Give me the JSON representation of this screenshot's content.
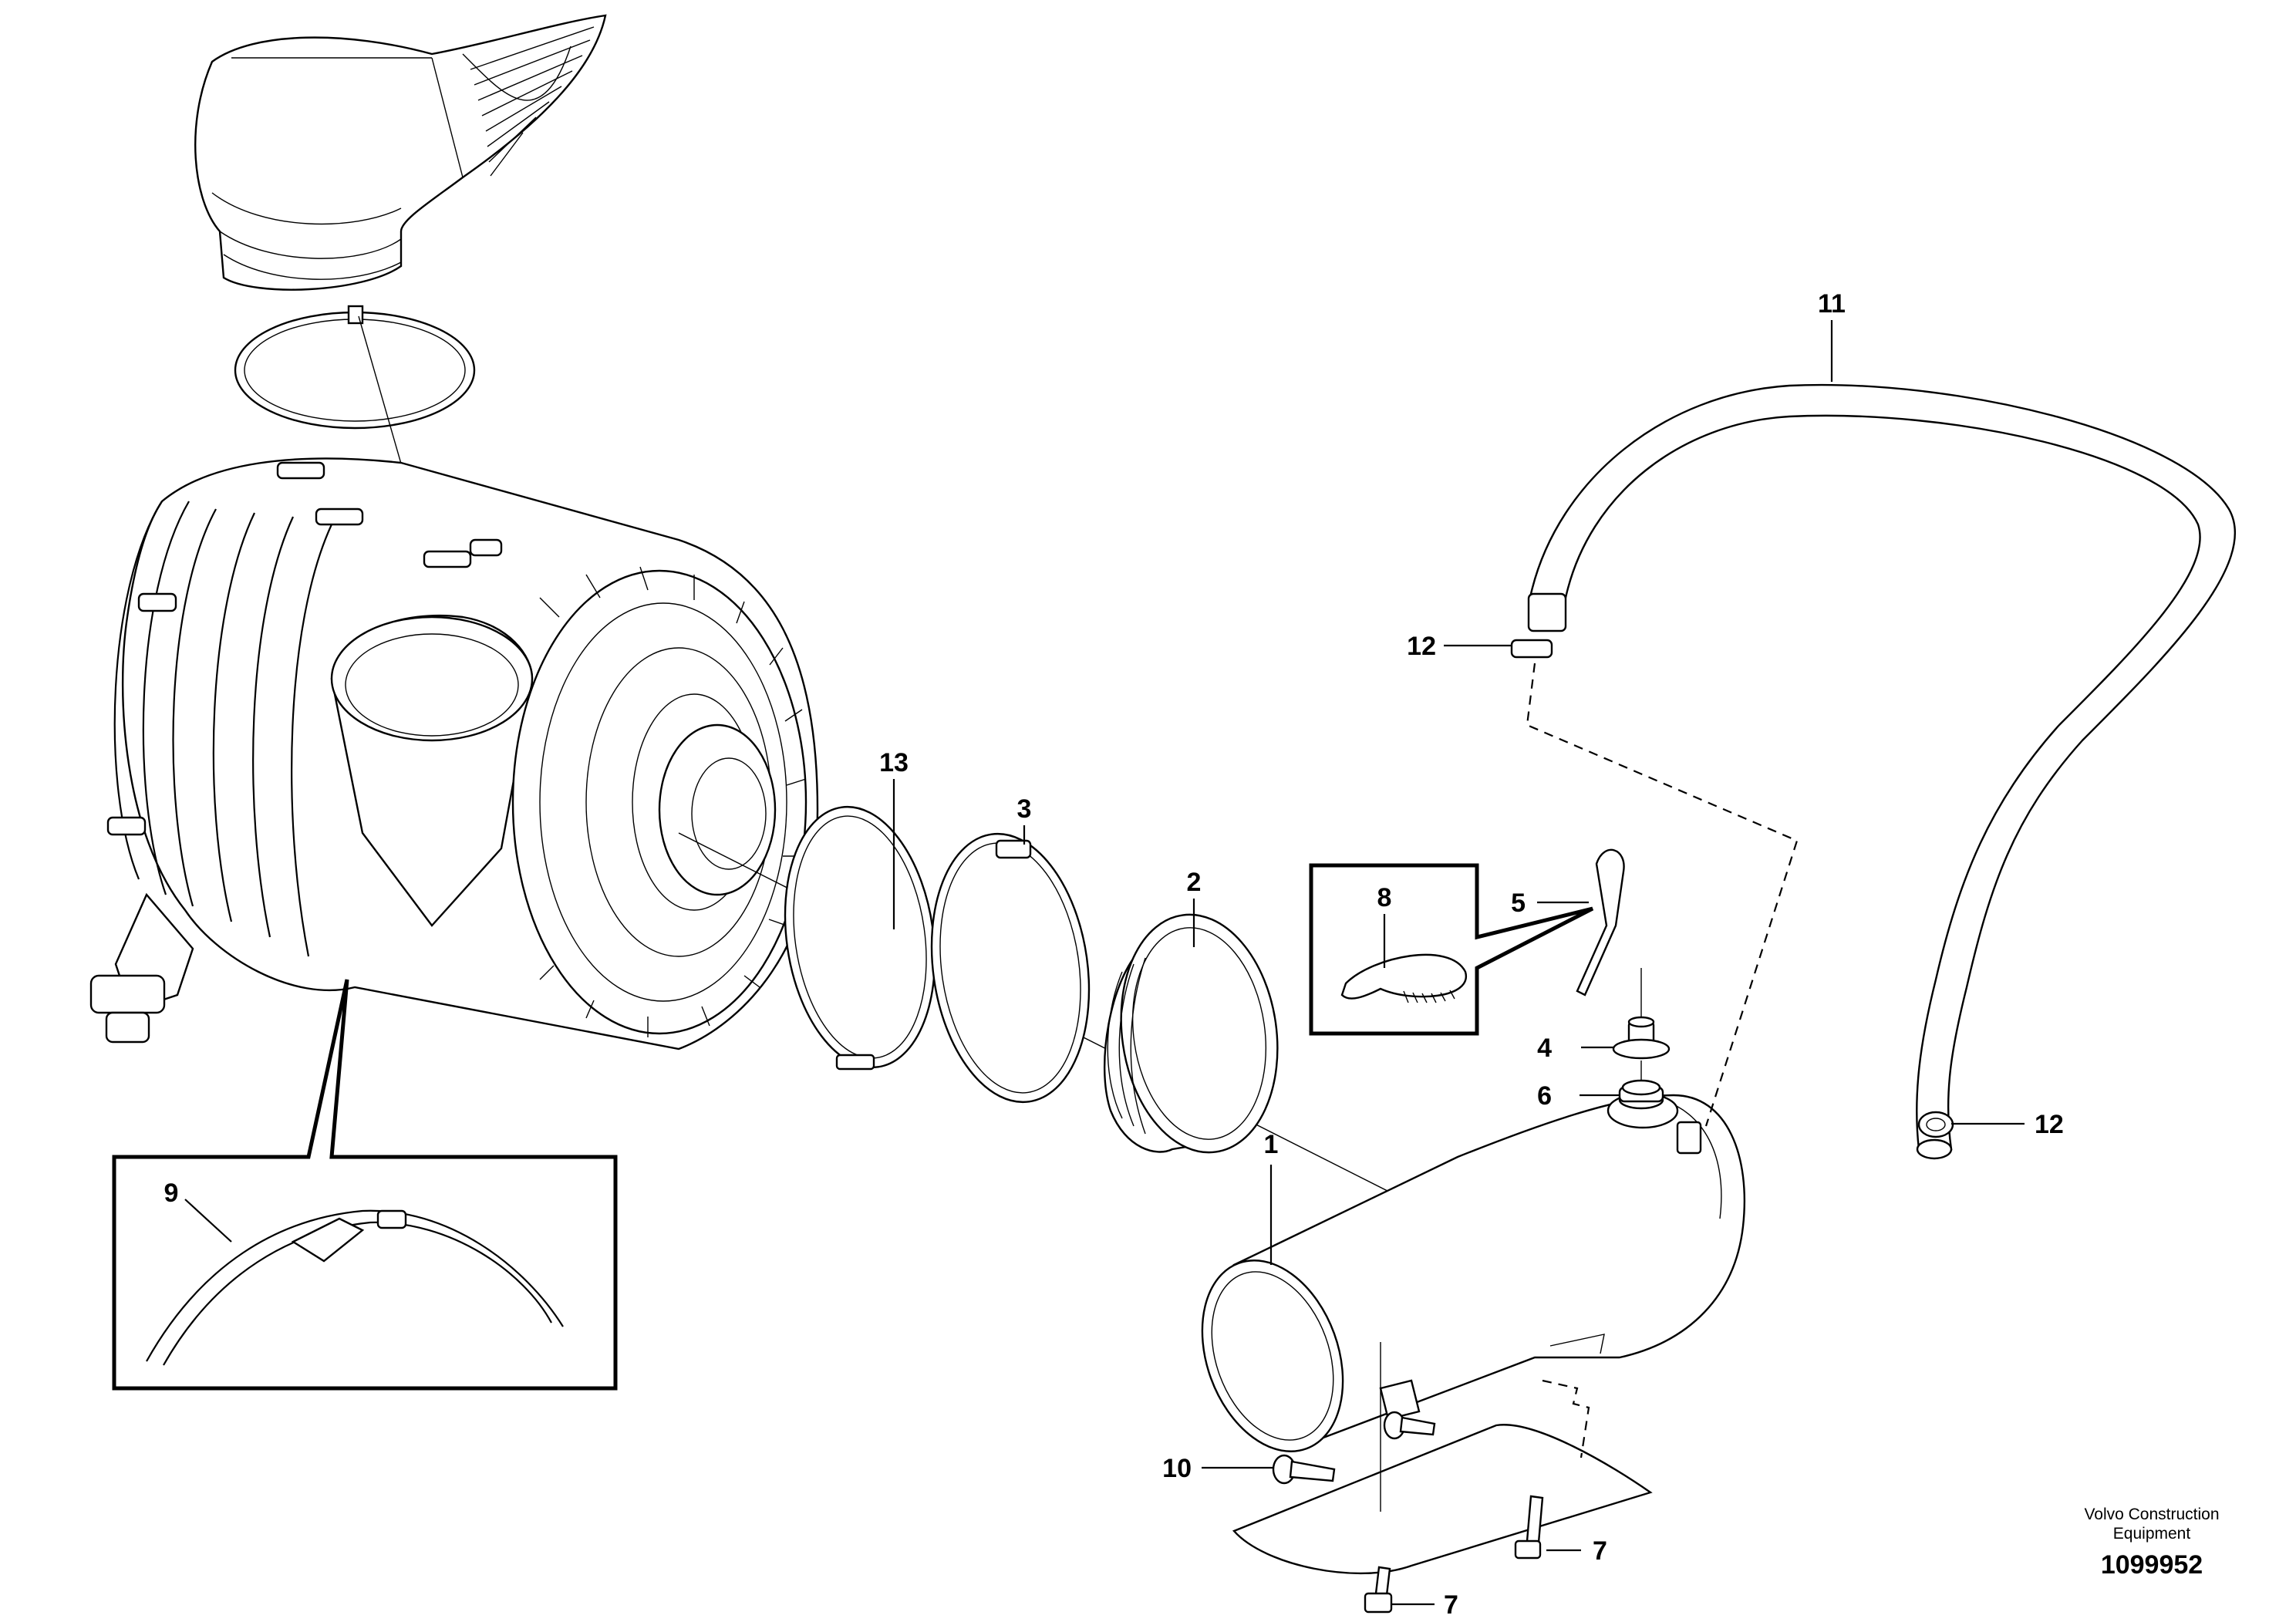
{
  "callouts": [
    {
      "id": "1",
      "text": "1"
    },
    {
      "id": "2",
      "text": "2"
    },
    {
      "id": "3",
      "text": "3"
    },
    {
      "id": "4",
      "text": "4"
    },
    {
      "id": "5",
      "text": "5"
    },
    {
      "id": "6",
      "text": "6"
    },
    {
      "id": "7a",
      "text": "7"
    },
    {
      "id": "7b",
      "text": "7"
    },
    {
      "id": "8",
      "text": "8"
    },
    {
      "id": "9",
      "text": "9"
    },
    {
      "id": "10",
      "text": "10"
    },
    {
      "id": "11",
      "text": "11"
    },
    {
      "id": "12a",
      "text": "12"
    },
    {
      "id": "12b",
      "text": "12"
    },
    {
      "id": "13",
      "text": "13"
    }
  ],
  "footer": {
    "brand_line1": "Volvo Construction",
    "brand_line2": "Equipment",
    "doc_number": "1099952"
  }
}
